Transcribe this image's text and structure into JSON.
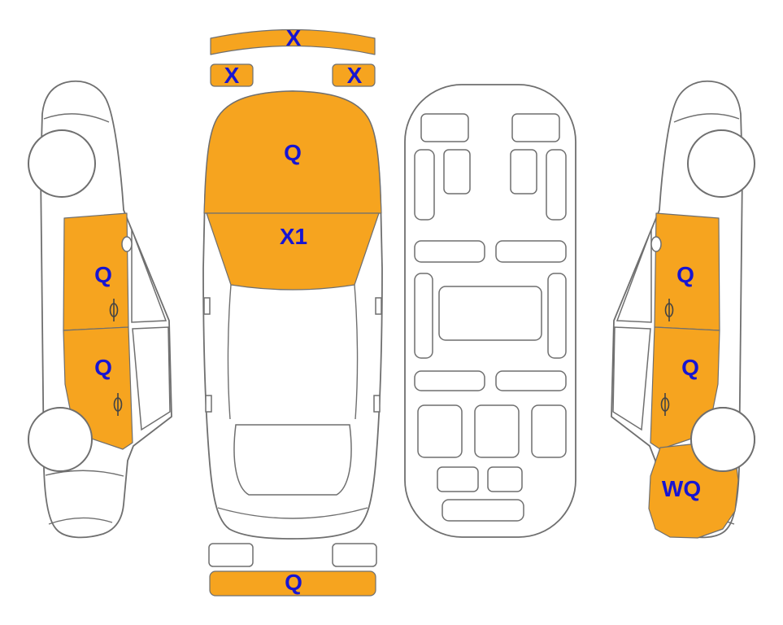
{
  "colors": {
    "highlight": "#F6A41F",
    "label_text": "#1715D2",
    "outline": "#6F6F6F",
    "detail": "#444444",
    "background": "#FFFFFF"
  },
  "damage_codes": {
    "top_view": {
      "front_bumper": "X",
      "front_left_corner": "X",
      "front_right_corner": "X",
      "hood": "Q",
      "windshield": "X1",
      "rear_bumper": "Q"
    },
    "left_side_view": {
      "front_door": "Q",
      "rear_door": "Q"
    },
    "right_side_view": {
      "front_door": "Q",
      "rear_door": "Q",
      "rear_quarter": "WQ"
    }
  }
}
